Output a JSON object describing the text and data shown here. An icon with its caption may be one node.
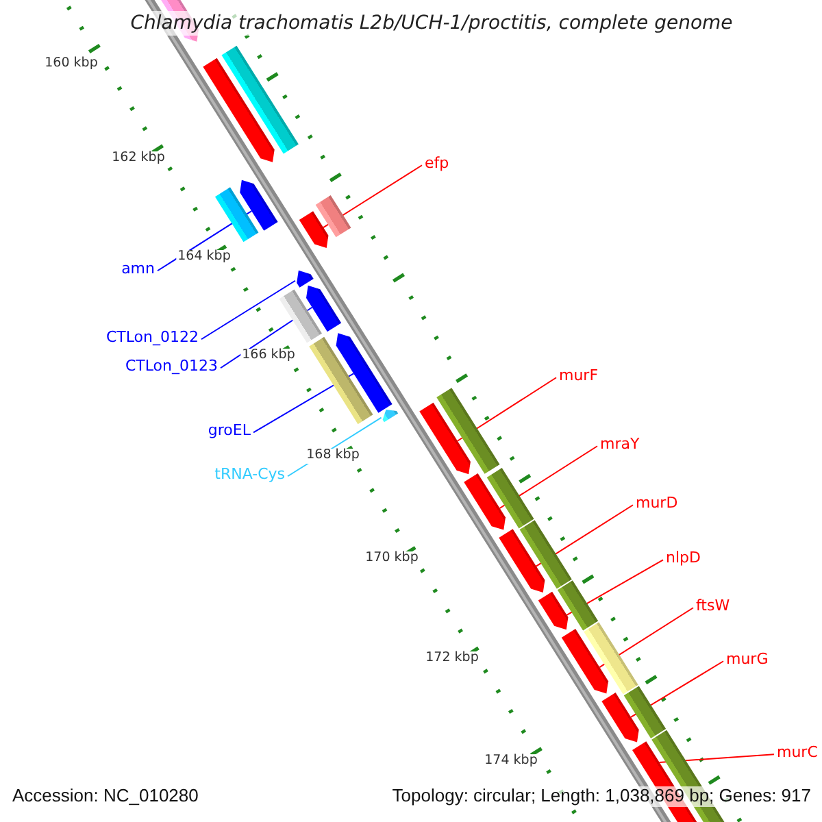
{
  "diagram": {
    "title": "Chlamydia trachomatis L2b/UCH-1/proctitis, complete genome",
    "nodes": [
      {
        "text": [
          "efp"
        ]
      },
      {
        "text": [],
        "shape": "bar"
      },
      {
        "text": [
          "amn"
        ]
      },
      {
        "text": [],
        "shape": "bar"
      },
      {
        "text": [
          "CTLon_0122"
        ]
      },
      {
        "text": [],
        "shape": "bar"
      },
      {
        "text": [
          "CTLon_0123"
        ]
      },
      {
        "text": [],
        "shape": "bar"
      },
      {
        "text": [
          "murF"
        ]
      },
      {
        "text": [],
        "shape": "bar"
      },
      {
        "text": [
          "groEL"
        ]
      },
      {
        "text": [],
        "shape": "bar"
      },
      {
        "text": [
          "mraY"
        ]
      },
      {
        "text": [],
        "shape": "bar"
      },
      {
        "text": [
          "tRNA-Cys"
        ]
      },
      {
        "text": [],
        "shape": "bar"
      },
      {
        "text": [
          "murD"
        ]
      },
      {
        "text": [],
        "shape": "bar"
      },
      {
        "text": [
          "nlpD"
        ]
      },
      {
        "text": [],
        "shape": "bar"
      },
      {
        "text": [
          "ftsW"
        ]
      },
      {
        "text": [],
        "shape": "bar"
      },
      {
        "text": [
          "murG"
        ]
      },
      {
        "text": [],
        "shape": "bar"
      },
      {
        "text": [
          "murC"
        ]
      },
      {
        "text": [],
        "shape": "bar"
      }
    ],
    "edges": [
      {
        "from": 0,
        "to": 1,
        "arrow": "none"
      },
      {
        "from": 2,
        "to": 3,
        "arrow": "none",
        "color": "#0000ff"
      },
      {
        "from": 4,
        "to": 5,
        "arrow": "none",
        "color": "#0000ff"
      },
      {
        "from": 6,
        "to": 7,
        "arrow": "none",
        "color": "#0000ff"
      },
      {
        "from": 8,
        "to": 9,
        "arrow": "none"
      },
      {
        "from": 10,
        "to": 11,
        "arrow": "none",
        "color": "#0000ff"
      },
      {
        "from": 12,
        "to": 13,
        "arrow": "none"
      },
      {
        "from": 14,
        "to": 15,
        "arrow": "none",
        "color": "#33ccff"
      },
      {
        "from": 16,
        "to": 17,
        "arrow": "none"
      },
      {
        "from": 18,
        "to": 19,
        "arrow": "none"
      },
      {
        "from": 20,
        "to": 21,
        "arrow": "none"
      },
      {
        "from": 22,
        "to": 23,
        "arrow": "none"
      },
      {
        "from": 24,
        "to": 25,
        "arrow": "none"
      }
    ],
    "labels": [
      "160 kbp",
      "162 kbp",
      "164 kbp",
      "166 kbp",
      "168 kbp",
      "170 kbp",
      "172 kbp",
      "174 kbp",
      "Accession: NC_010280",
      "Topology: circular; Length: 1,038,869 bp; Genes: 917"
    ]
  }
}
